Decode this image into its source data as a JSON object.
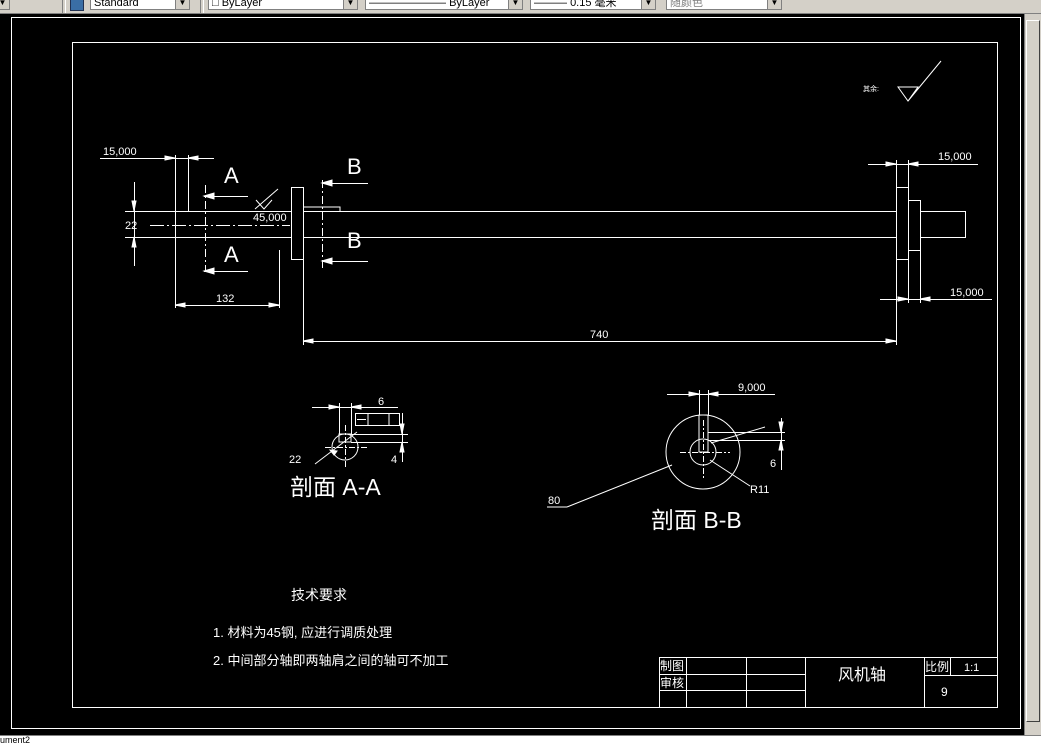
{
  "toolbar": {
    "text_style": "Standard",
    "layer": "ByLayer",
    "linetype": "ByLayer",
    "lineweight": "0.15 毫米",
    "color": "随颜色"
  },
  "drawing": {
    "roughness_label": "其余:",
    "dims": {
      "left_top": "15,000",
      "left_dia": "22",
      "chamfer": "45,000",
      "left_len": "132",
      "total_len": "740",
      "right_top": "15,000",
      "right_bottom": "15,000"
    },
    "section_marks": {
      "a_top": "A",
      "a_bottom": "A",
      "b_top": "B",
      "b_bottom": "B"
    },
    "section_aa": {
      "title": "剖面 A-A",
      "dim_width": "6",
      "dim_dia": "22",
      "dim_depth": "4"
    },
    "section_bb": {
      "title": "剖面 B-B",
      "dim_width": "9,000",
      "dim_depth": "6",
      "dim_radius": "R11",
      "dim_dia": "80"
    },
    "tech": {
      "heading": "技术要求",
      "items": [
        "1.  材料为45钢, 应进行调质处理",
        "2.  中间部分轴即两轴肩之间的轴可不加工"
      ]
    },
    "title_block": {
      "drawn": "制图",
      "checked": "审核",
      "part_name": "风机轴",
      "scale_label": "比例",
      "scale_value": "1:1",
      "number": "9"
    }
  },
  "command_line": "ument2"
}
